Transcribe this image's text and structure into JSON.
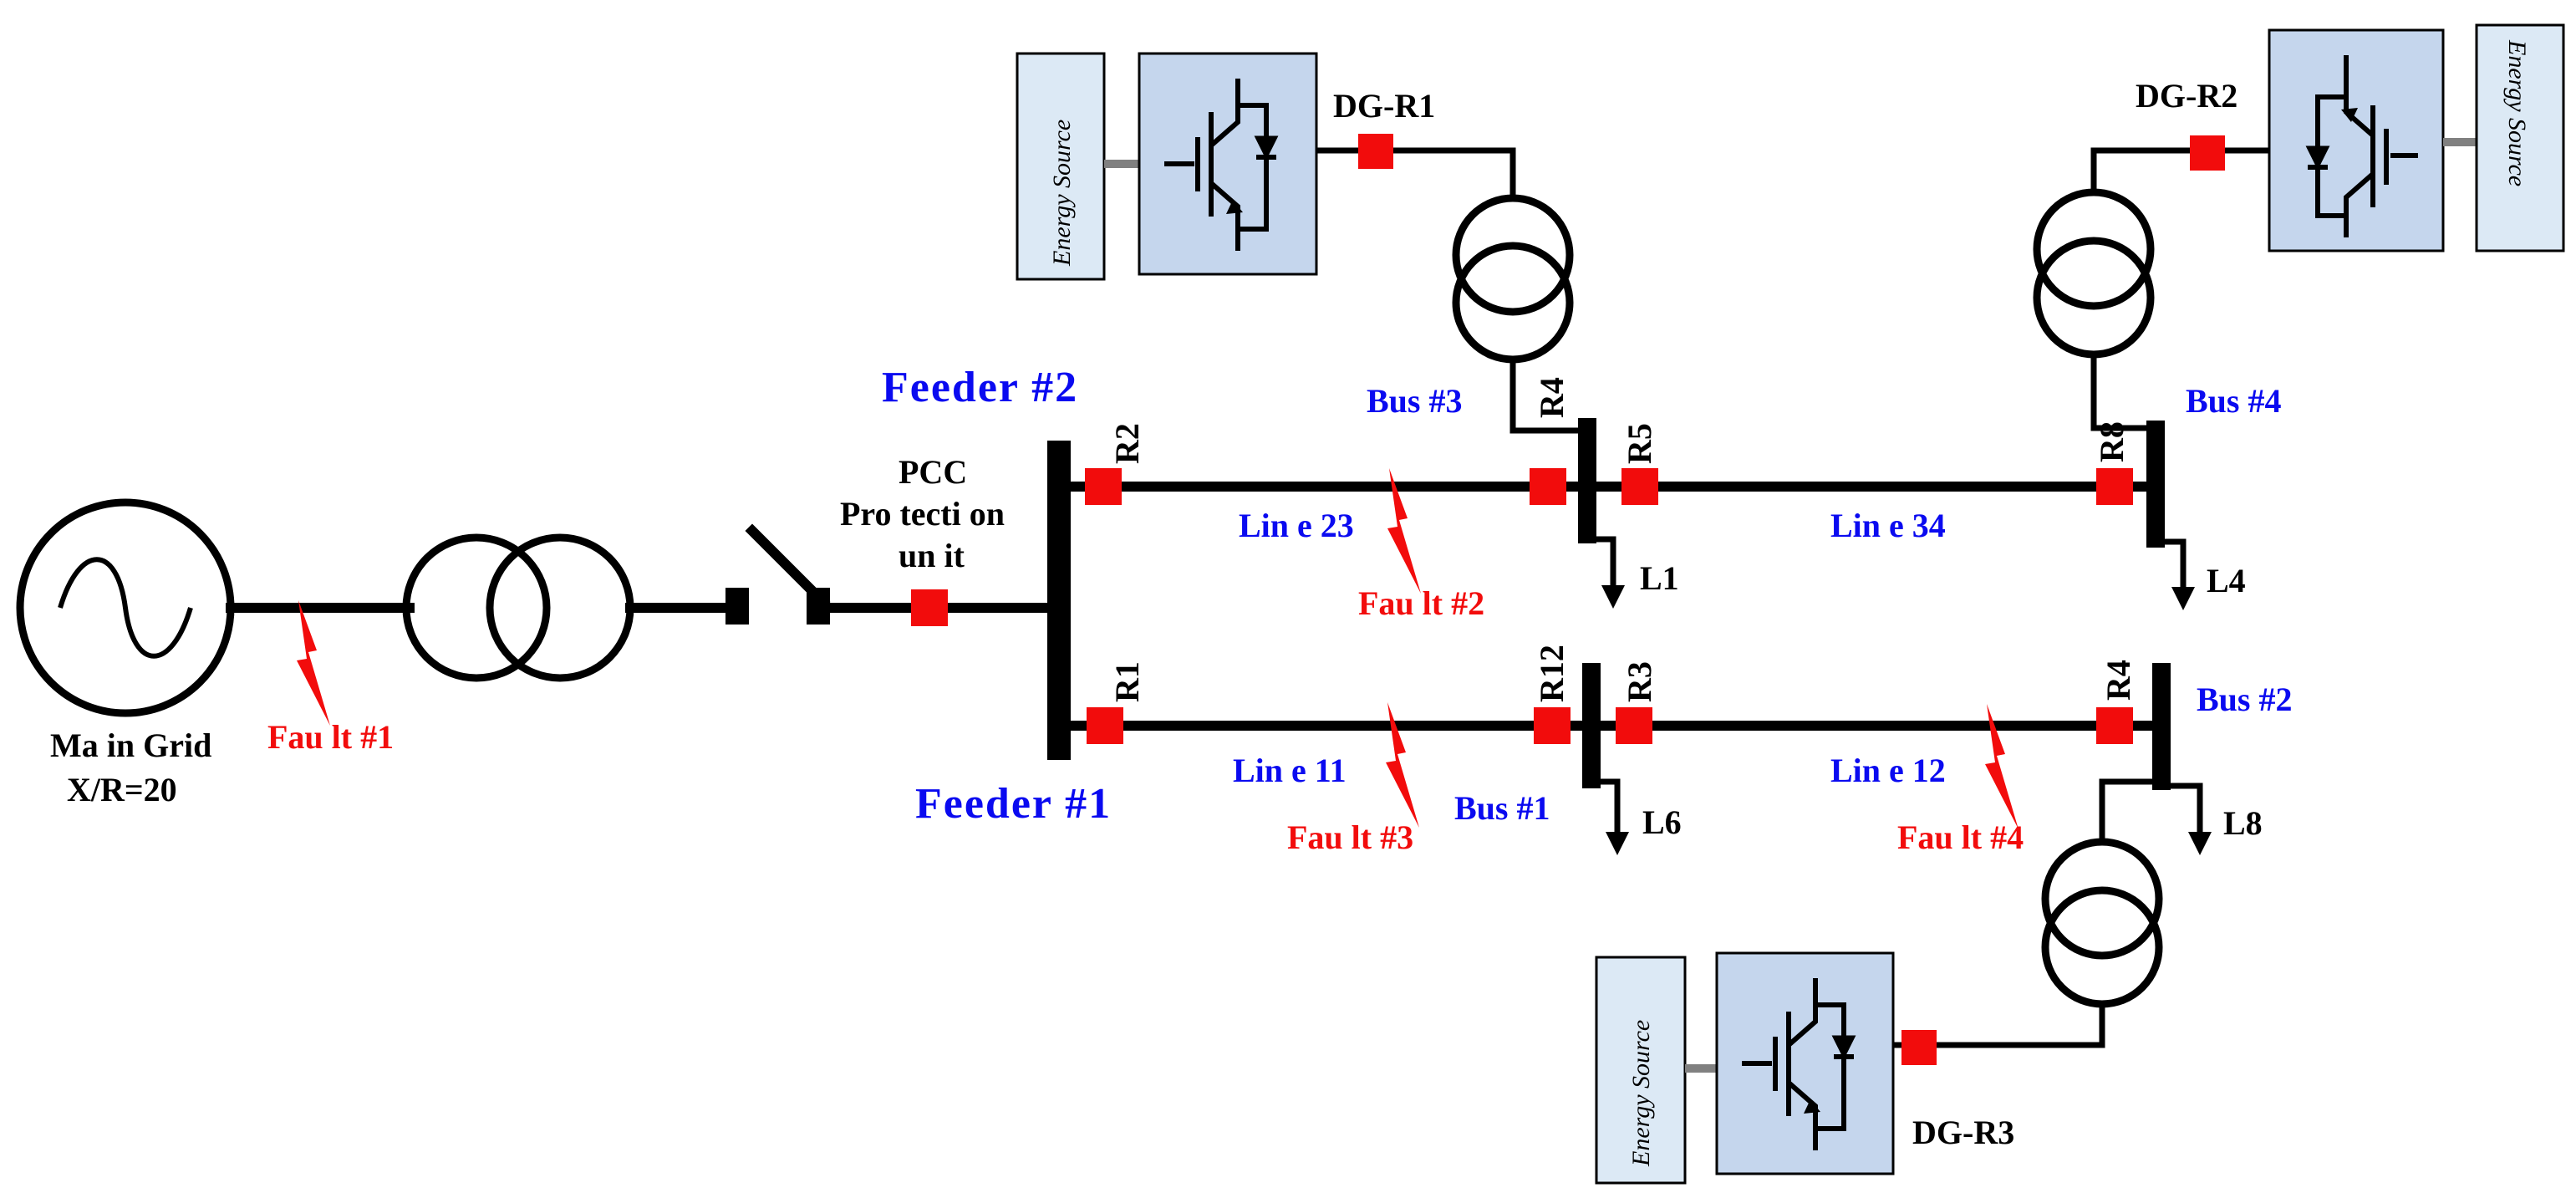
{
  "labels": {
    "main_grid": "Ma in Grid",
    "xr": "X/R=20",
    "pcc_line1": "PCC",
    "pcc_line2": "Pro tecti on",
    "pcc_line3": "un it",
    "feeder2": "Feeder #2",
    "feeder1": "Feeder #1",
    "bus1": "Bus #1",
    "bus2": "Bus #2",
    "bus3": "Bus #3",
    "bus4": "Bus #4",
    "line23": "Lin e 23",
    "line34": "Lin e 34",
    "line11": "Lin e 11",
    "line12": "Lin e 12",
    "fault1": "Fau lt #1",
    "fault2": "Fau lt #2",
    "fault3": "Fau lt #3",
    "fault4": "Fau lt #4",
    "dg_r1": "DG-R1",
    "dg_r2": "DG-R2",
    "dg_r3": "DG-R3",
    "r1": "R1",
    "r2": "R2",
    "r3": "R3",
    "r4_top": "R4",
    "r4_bottom": "R4",
    "r5": "R5",
    "r8": "R8",
    "r12": "R12",
    "l1": "L1",
    "l4": "L4",
    "l6": "L6",
    "l8": "L8",
    "energy_source": "Energy Source"
  },
  "colors": {
    "relay": "#f20c0c",
    "fault": "#f20c0c",
    "bus_label": "#0a0af0",
    "converter_fill": "#c5d6ed",
    "source_fill": "#dce9f5"
  }
}
